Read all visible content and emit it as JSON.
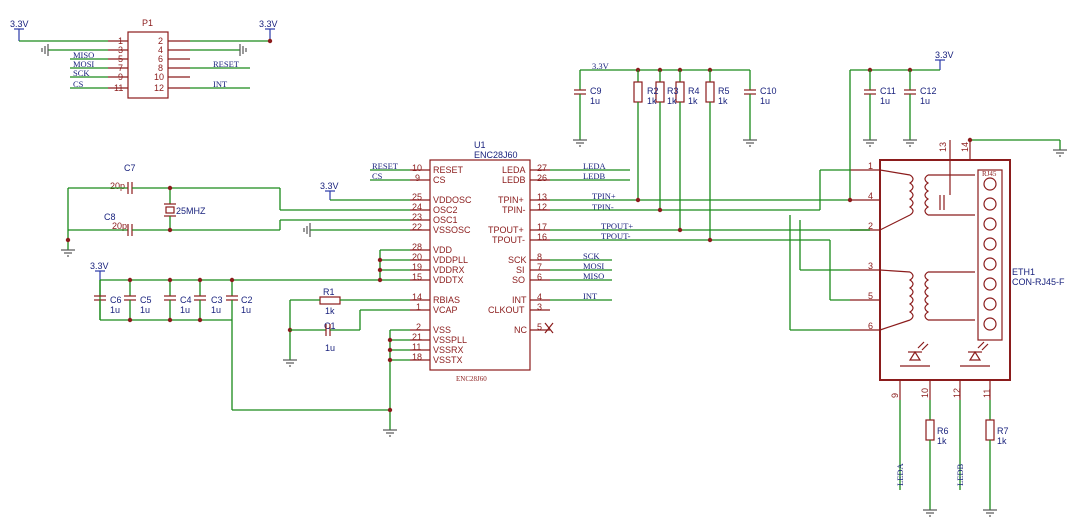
{
  "power": {
    "label": "3.3V"
  },
  "p1": {
    "ref": "P1",
    "pins_left": [
      "1",
      "3",
      "5",
      "7",
      "9",
      "11"
    ],
    "pins_right": [
      "2",
      "4",
      "6",
      "8",
      "10",
      "12"
    ],
    "nets_left": [
      "MISO",
      "MOSI",
      "SCK",
      "CS"
    ],
    "nets_right": [
      "RESET",
      "INT"
    ]
  },
  "u1": {
    "ref": "U1",
    "value": "ENC28J60",
    "footer": "ENC28J60",
    "left_pins": [
      {
        "num": "10",
        "name": "RESET"
      },
      {
        "num": "9",
        "name": "CS"
      },
      {
        "num": "25",
        "name": "VDDOSC"
      },
      {
        "num": "24",
        "name": "OSC2"
      },
      {
        "num": "23",
        "name": "OSC1"
      },
      {
        "num": "22",
        "name": "VSSOSC"
      },
      {
        "num": "28",
        "name": "VDD"
      },
      {
        "num": "20",
        "name": "VDDPLL"
      },
      {
        "num": "19",
        "name": "VDDRX"
      },
      {
        "num": "15",
        "name": "VDDTX"
      },
      {
        "num": "14",
        "name": "RBIAS"
      },
      {
        "num": "1",
        "name": "VCAP"
      },
      {
        "num": "2",
        "name": "VSS"
      },
      {
        "num": "21",
        "name": "VSSPLL"
      },
      {
        "num": "11",
        "name": "VSSRX"
      },
      {
        "num": "18",
        "name": "VSSTX"
      }
    ],
    "right_pins": [
      {
        "num": "27",
        "name": "LEDA"
      },
      {
        "num": "26",
        "name": "LEDB"
      },
      {
        "num": "13",
        "name": "TPIN+"
      },
      {
        "num": "12",
        "name": "TPIN-"
      },
      {
        "num": "17",
        "name": "TPOUT+"
      },
      {
        "num": "16",
        "name": "TPOUT-"
      },
      {
        "num": "8",
        "name": "SCK"
      },
      {
        "num": "7",
        "name": "SI"
      },
      {
        "num": "6",
        "name": "SO"
      },
      {
        "num": "4",
        "name": "INT"
      },
      {
        "num": "3",
        "name": "CLKOUT"
      },
      {
        "num": "5",
        "name": "NC"
      }
    ],
    "left_nets": [
      "RESET",
      "CS"
    ],
    "right_nets": [
      "LEDA",
      "LEDB",
      "TPIN+",
      "TPIN-",
      "TPOUT+",
      "TPOUT-",
      "SCK",
      "MOSI",
      "MISO",
      "INT"
    ]
  },
  "crystal": {
    "c7": {
      "ref": "C7",
      "value": "20p"
    },
    "c8": {
      "ref": "C8",
      "value": "20p"
    },
    "x1": {
      "value": "25MHZ"
    }
  },
  "decoupling": [
    {
      "ref": "C6",
      "value": "1u"
    },
    {
      "ref": "C5",
      "value": "1u"
    },
    {
      "ref": "C4",
      "value": "1u"
    },
    {
      "ref": "C3",
      "value": "1u"
    },
    {
      "ref": "C2",
      "value": "1u"
    }
  ],
  "r1": {
    "ref": "R1",
    "value": "1k"
  },
  "c1": {
    "ref": "C1",
    "value": "1u"
  },
  "top_caps": [
    {
      "ref": "C9",
      "value": "1u"
    },
    {
      "ref": "C10",
      "value": "1u"
    }
  ],
  "termination": [
    {
      "ref": "R2",
      "value": "1k"
    },
    {
      "ref": "R3",
      "value": "1k"
    },
    {
      "ref": "R4",
      "value": "1k"
    },
    {
      "ref": "R5",
      "value": "1k"
    }
  ],
  "eth_caps": [
    {
      "ref": "C11",
      "value": "1u"
    },
    {
      "ref": "C12",
      "value": "1u"
    }
  ],
  "eth1": {
    "ref": "ETH1",
    "value": "CON-RJ45-F",
    "tag": "RJ45",
    "pins": [
      "1",
      "4",
      "2",
      "3",
      "5",
      "6",
      "13",
      "14",
      "9",
      "10",
      "12",
      "11"
    ]
  },
  "leds": {
    "r6": {
      "ref": "R6",
      "value": "1k"
    },
    "r7": {
      "ref": "R7",
      "value": "1k"
    },
    "net_a": "LEDA",
    "net_b": "LEDB"
  }
}
